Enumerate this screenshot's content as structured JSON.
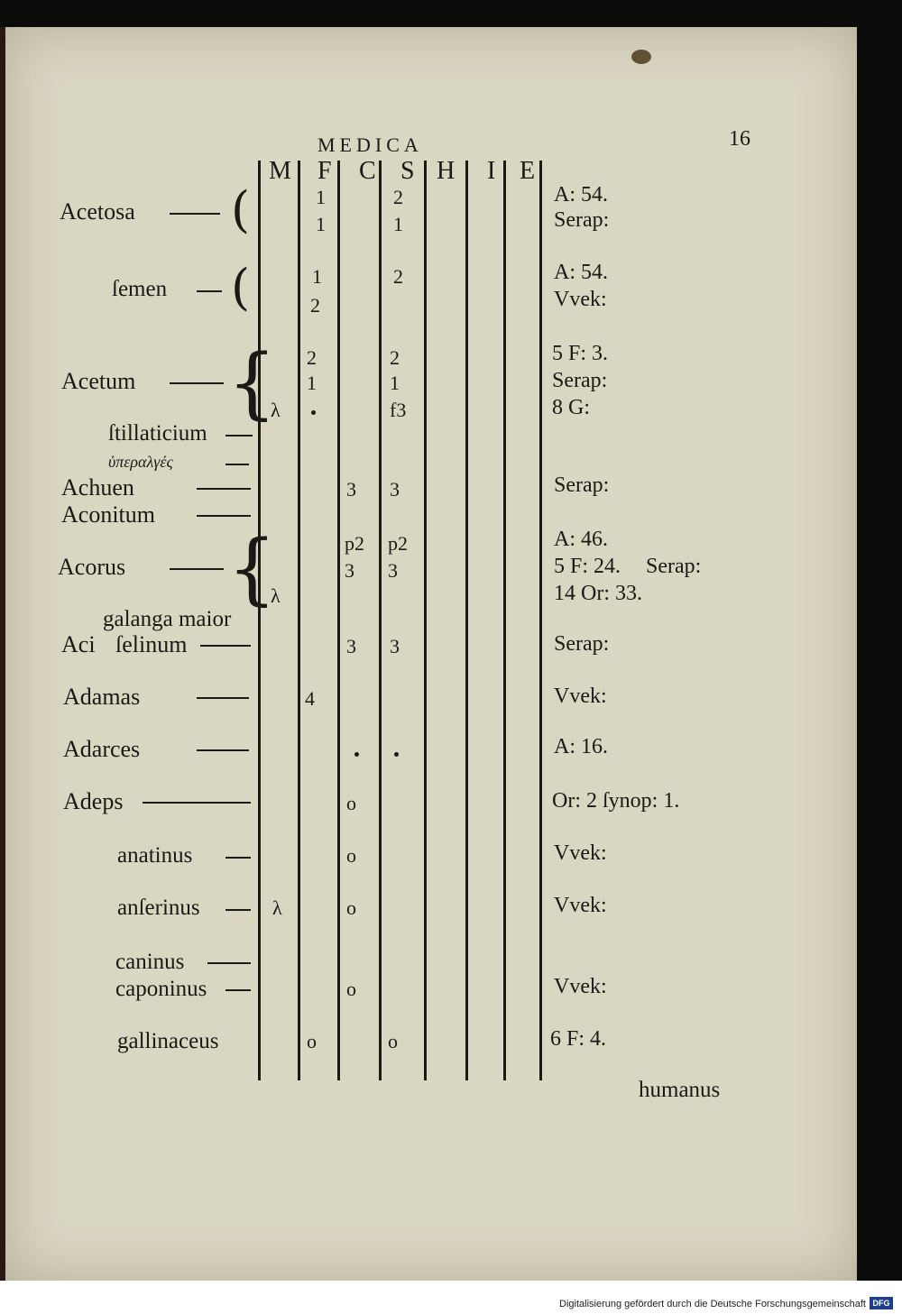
{
  "header": {
    "running_title": "MEDICA",
    "page_number": "16"
  },
  "columns": [
    "M",
    "F",
    "C",
    "S",
    "H",
    "I",
    "E"
  ],
  "entries": {
    "acetosa": "Acetosa",
    "semen": "ſemen",
    "acetum": "Acetum",
    "stillaticium": "ſtillaticium",
    "greek": "ὑπεραλγές",
    "achuen": "Achuen",
    "aconitum": "Aconitum",
    "acorus": "Acorus",
    "galanga": "galanga maior",
    "aci": "Aci",
    "selinum": "ſelinum",
    "adamas": "Adamas",
    "adarces": "Adarces",
    "adeps": "Adeps",
    "anatinus": "anatinus",
    "anserinus": "anſerinus",
    "caninus": "caninus",
    "caponinus": "caponinus",
    "gallinaceus": "gallinaceus"
  },
  "marks": {
    "one": "1",
    "two": "2",
    "three": "3",
    "four": "4",
    "lambda": "λ",
    "zero": "o",
    "f3": "f3",
    "p2": "p2",
    "dot": "."
  },
  "references": {
    "acetosa_1": "A: 54.",
    "acetosa_2": "Serap:",
    "semen_1": "A: 54.",
    "semen_2": "Vvek:",
    "acetum_1": "5 F: 3.",
    "acetum_2": "Serap:",
    "acetum_3": "8 G:",
    "achuen": "Serap:",
    "acorus_1": "A: 46.",
    "acorus_2": "5 F: 24.",
    "acorus_2b": "Serap:",
    "acorus_3": "14 Or: 33.",
    "selinum": "Serap:",
    "adamas": "Vvek:",
    "adarces": "A: 16.",
    "adeps": "Or: 2 ſynop: 1.",
    "anatinus": "Vvek:",
    "anserinus": "Vvek:",
    "caponinus": "Vvek:",
    "gallinaceus": "6 F: 4."
  },
  "catchword": "humanus",
  "footer": {
    "credit": "Digitalisierung gefördert durch die Deutsche Forschungsgemeinschaft",
    "logo_text": "DFG"
  },
  "colors": {
    "paper": "#d9d6c2",
    "ink": "#1b1915",
    "background": "#0b0b0a"
  }
}
